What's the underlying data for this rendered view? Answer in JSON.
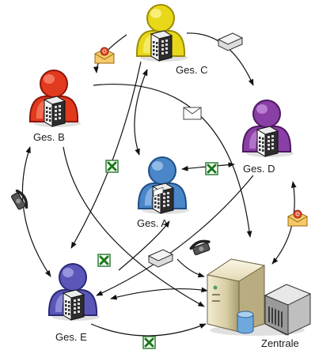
{
  "diagram": {
    "nodes": [
      {
        "id": "A",
        "label": "Ges. A",
        "color": "#4a86c8",
        "color_light": "#9cc2ea",
        "color_dark": "#1f4f86"
      },
      {
        "id": "B",
        "label": "Ges. B",
        "color": "#e23a1e",
        "color_light": "#f8846a",
        "color_dark": "#8e1608"
      },
      {
        "id": "C",
        "label": "Ges. C",
        "color": "#e8d81a",
        "color_light": "#fbf28a",
        "color_dark": "#9a8c05"
      },
      {
        "id": "D",
        "label": "Ges. D",
        "color": "#8a3fa6",
        "color_light": "#c28ad8",
        "color_dark": "#4d1a62"
      },
      {
        "id": "E",
        "label": "Ges. E",
        "color": "#5a57b8",
        "color_light": "#a2a0e4",
        "color_dark": "#2a2878"
      },
      {
        "id": "Z",
        "label": "Zentrale",
        "color": "#d8cfa8"
      }
    ],
    "edges": [
      {
        "from": "C",
        "to": "D",
        "icon": "fax-icon"
      },
      {
        "from": "B",
        "to": "E",
        "icon": "telephone-icon"
      },
      {
        "from": "C",
        "to": "B",
        "icon": "email-icon"
      },
      {
        "from": "B",
        "to": "Z",
        "icon": "envelope-icon"
      },
      {
        "from": "A",
        "to": "D",
        "icon": "excel-icon"
      },
      {
        "from": "C",
        "to": "E",
        "icon": "excel-icon"
      },
      {
        "from": "E",
        "to": "Z",
        "icon": "excel-icon"
      },
      {
        "from": "D",
        "to": "Z",
        "icon": "email-icon"
      },
      {
        "from": "A",
        "to": "Z",
        "icon": "fax-icon"
      },
      {
        "from": "Z",
        "to": "E",
        "icon": "telephone-icon"
      }
    ]
  }
}
